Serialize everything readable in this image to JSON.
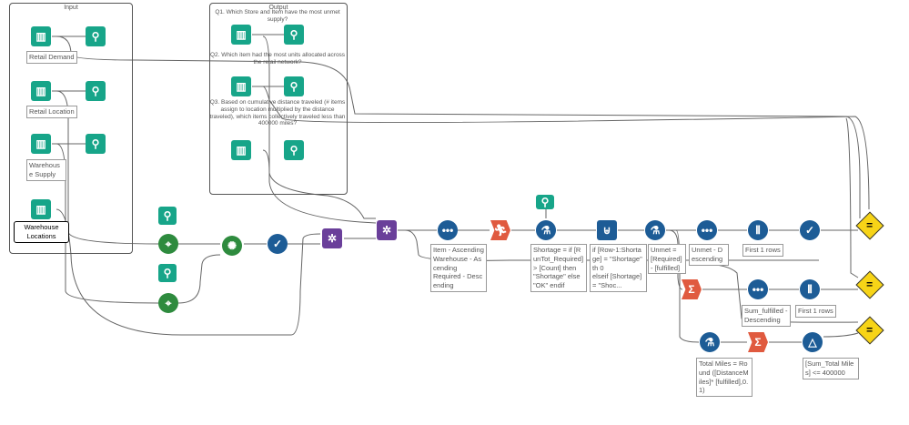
{
  "containers": {
    "input": "Input",
    "output": "Output"
  },
  "inputs": [
    {
      "label": "Retail Demand"
    },
    {
      "label": "Retail Location"
    },
    {
      "label": "Warehouse Supply"
    },
    {
      "label": "Warehouse Locations"
    }
  ],
  "questions": {
    "q1": "Q1. Which Store and Item have the most unmet supply?",
    "q2": "Q2. Which item had the most units allocated across the retail network?",
    "q3": "Q3. Based on cumulative distance traveled (# items assign to location multiplied by the distance traveled), which items collectively traveled less than 400000 miles?"
  },
  "annotations": {
    "sort1": "Item - Ascending\nWarehouse - Ascending\nRequired - Descending",
    "formula1": "Shortage = if [RunTot_Required] > [Count] then \"Shortage\" else \"OK\" endif",
    "multirow": "if [Row-1:Shortage] = \"Shortage\" th 0\nelseif [Shortage] = \"Shoc...",
    "formula2": "Unmet = [Required]- [fulfilled]",
    "sort2": "Unmet - Descending",
    "sample1": "First 1 rows",
    "sort3": "Sum_fulfilled - Descending",
    "sample2": "First 1 rows",
    "formula3": "Total Miles = Round ([DistanceMiles]* [fulfilled],0.1)",
    "filter": "[Sum_Total Miles] <= 400000"
  },
  "icons": {
    "input": "book-icon",
    "browse": "binoculars-icon",
    "spatial": "map-pin-icon",
    "distance": "distance-icon",
    "select": "select-check-icon",
    "join": "join-icon",
    "sort": "sort-dots-icon",
    "running": "running-total-icon",
    "formula": "formula-flask-icon",
    "multirow": "multi-row-formula-icon",
    "sample": "sample-icon",
    "summarize": "sigma-icon",
    "filter": "filter-icon",
    "test": "test-equals-icon"
  },
  "colors": {
    "teal": "#17a589",
    "blue": "#1d5c96",
    "green": "#2e8b3e",
    "purple": "#6a3f9a",
    "orange": "#e05a3f",
    "yellow": "#f7d417"
  }
}
